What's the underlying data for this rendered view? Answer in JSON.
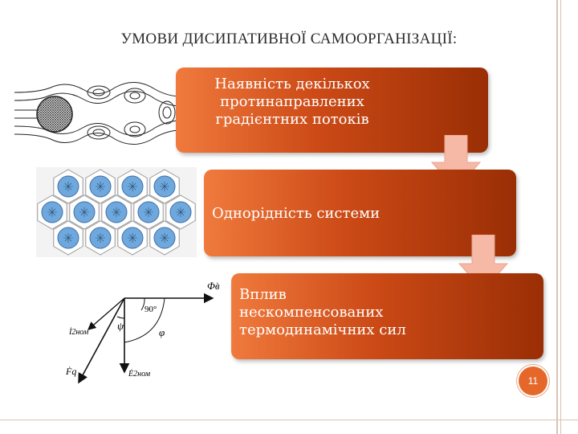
{
  "slide": {
    "title": "УМОВИ ДИСИПАТИВНОЇ САМООРГАНІЗАЦІЇ:",
    "page_number": "11"
  },
  "steps": [
    {
      "text": "Наявність декількох\nпротинаправлених\nградієнтних потоків"
    },
    {
      "text": "Однорідність системи"
    },
    {
      "text": "Вплив\nнескомпенсованих\nтермодинамічних сил"
    }
  ],
  "vector_diagram": {
    "labels": [
      "Φ̇в",
      "90°",
      "ψ",
      "φ",
      "İ2ном",
      "Ė2ном",
      "Ḟq"
    ]
  },
  "colors": {
    "box_light": "#f07a3d",
    "box_dark": "#9a2e05",
    "arrow_fill": "#f6b9a6",
    "badge": "#e5682a"
  }
}
